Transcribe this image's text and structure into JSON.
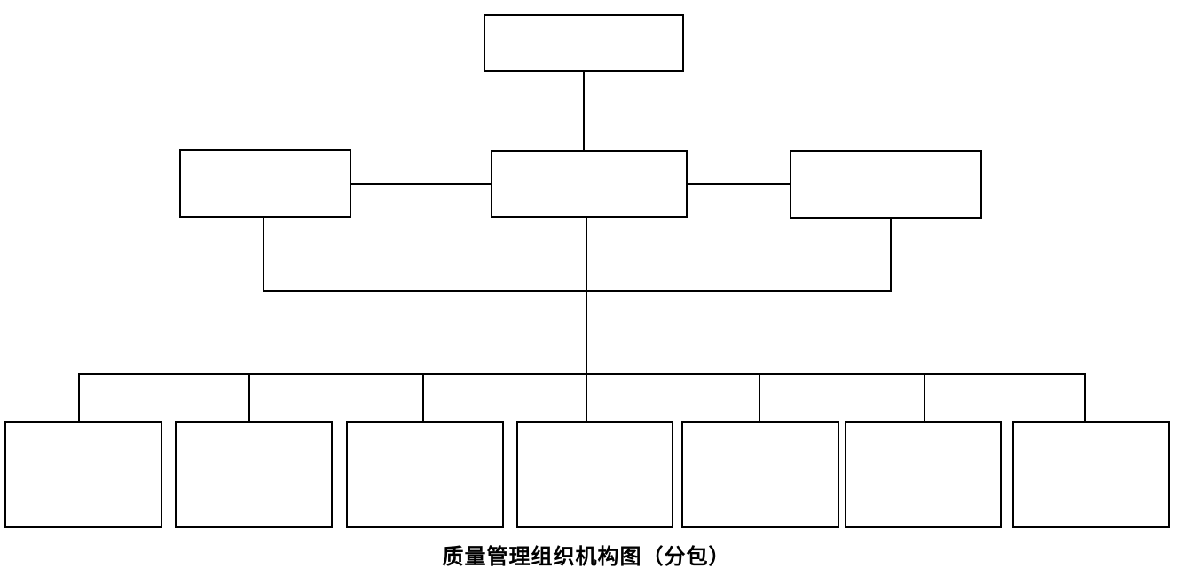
{
  "theme": {
    "background": "#ffffff",
    "line-color": "#000000",
    "text-color": "#000000"
  },
  "diagram": {
    "type": "org-chart",
    "caption": "质量管理组织机构图（分包）",
    "nodes": {
      "top": {
        "label": ""
      },
      "middle": [
        {
          "id": "middle-left",
          "label": ""
        },
        {
          "id": "middle-center",
          "label": ""
        },
        {
          "id": "middle-right",
          "label": ""
        }
      ],
      "bottom": [
        {
          "id": "bottom-1",
          "label": ""
        },
        {
          "id": "bottom-2",
          "label": ""
        },
        {
          "id": "bottom-3",
          "label": ""
        },
        {
          "id": "bottom-4",
          "label": ""
        },
        {
          "id": "bottom-5",
          "label": ""
        },
        {
          "id": "bottom-6",
          "label": ""
        },
        {
          "id": "bottom-7",
          "label": ""
        }
      ]
    },
    "edges": [
      "top -> middle-center",
      "middle-left - middle-center",
      "middle-center - middle-right",
      "middle-left -> bracket",
      "middle-right -> bracket",
      "middle-center -> bottom-rail",
      "bottom-rail -> bottom-1",
      "bottom-rail -> bottom-2",
      "bottom-rail -> bottom-3",
      "bottom-rail -> bottom-4",
      "bottom-rail -> bottom-5",
      "bottom-rail -> bottom-6",
      "bottom-rail -> bottom-7"
    ]
  }
}
